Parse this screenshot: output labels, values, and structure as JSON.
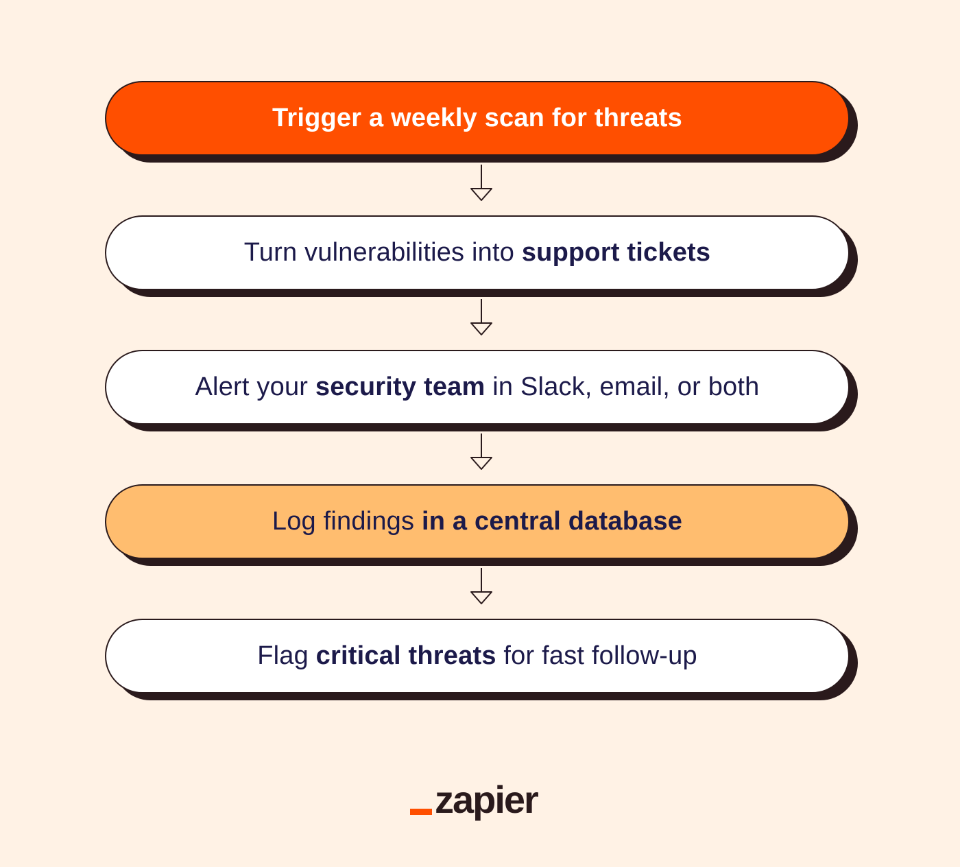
{
  "colors": {
    "background": "#fff2e5",
    "outline": "#2a1a1c",
    "text": "#1c1a4a",
    "orange": "#ff4f00",
    "peach": "#ffbd6f",
    "white": "#ffffff"
  },
  "steps": [
    {
      "fill": "#ff4f00",
      "text_color": "#ffffff",
      "parts": [
        {
          "text": "Trigger a weekly scan for threats",
          "bold": true
        }
      ]
    },
    {
      "fill": "#ffffff",
      "text_color": "#1c1a4a",
      "parts": [
        {
          "text": "Turn vulnerabilities into ",
          "bold": false
        },
        {
          "text": "support tickets",
          "bold": true
        }
      ]
    },
    {
      "fill": "#ffffff",
      "text_color": "#1c1a4a",
      "parts": [
        {
          "text": "Alert your ",
          "bold": false
        },
        {
          "text": "security team",
          "bold": true
        },
        {
          "text": " in Slack, email, or both",
          "bold": false
        }
      ]
    },
    {
      "fill": "#ffbd6f",
      "text_color": "#1c1a4a",
      "parts": [
        {
          "text": "Log findings ",
          "bold": false
        },
        {
          "text": "in a central database",
          "bold": true
        }
      ]
    },
    {
      "fill": "#ffffff",
      "text_color": "#1c1a4a",
      "parts": [
        {
          "text": "Flag ",
          "bold": false
        },
        {
          "text": "critical threats",
          "bold": true
        },
        {
          "text": " for fast follow-up",
          "bold": false
        }
      ]
    }
  ],
  "logo": {
    "wordmark": "zapier",
    "icon": "zapier-underscore-logo"
  }
}
